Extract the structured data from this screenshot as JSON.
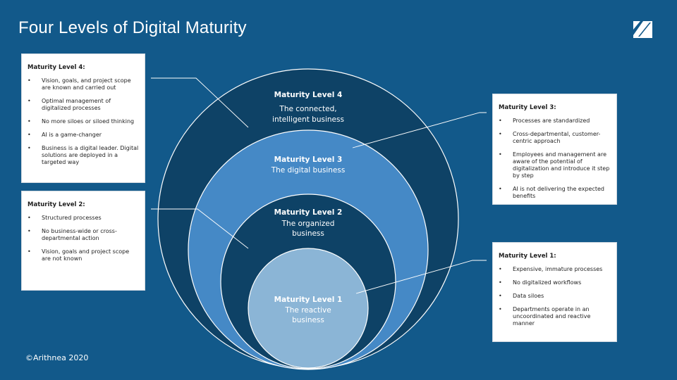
{
  "title": "Four Levels of Digital Maturity",
  "copyright": "©Arithnea 2020",
  "colors": {
    "background": "#12598a",
    "level4": "#0e4266",
    "level3": "#4589c6",
    "level2": "#0e4266",
    "level1": "#8bb5d6",
    "outline": "#ffffff"
  },
  "logo_icon": "arithnea-logo-icon",
  "circles": {
    "level4": {
      "title": "Maturity Level 4",
      "lines": [
        "The connected,",
        "intelligent business"
      ]
    },
    "level3": {
      "title": "Maturity Level 3",
      "lines": [
        "The digital business"
      ]
    },
    "level2": {
      "title": "Maturity Level 2",
      "lines": [
        "The organized",
        "business"
      ]
    },
    "level1": {
      "title": "Maturity Level 1",
      "lines": [
        "The reactive",
        "business"
      ]
    }
  },
  "boxes": {
    "level4": {
      "heading": "Maturity Level 4:",
      "items": [
        "Vision, goals, and project scope are known and carried out",
        "Optimal management of digitalized processes",
        "No more siloes or siloed thinking",
        "AI is a game-changer",
        "Business is a digital leader. Digital solutions are deployed in a targeted way"
      ]
    },
    "level2": {
      "heading": "Maturity Level 2:",
      "items": [
        "Structured processes",
        "No business-wide or cross-departmental action",
        "Vision, goals and project scope are not known"
      ]
    },
    "level3": {
      "heading": "Maturity Level 3:",
      "items": [
        "Processes are standardized",
        "Cross-departmental, customer-centric approach",
        "Employees and management are aware of the potential of digitalization and introduce it step by step",
        "AI is not delivering the expected benefits"
      ]
    },
    "level1": {
      "heading": "Maturity Level 1:",
      "items": [
        "Expensive, immature processes",
        "No digitalized workflows",
        "Data siloes",
        "Departments operate in an uncoordinated and reactive manner"
      ]
    }
  }
}
